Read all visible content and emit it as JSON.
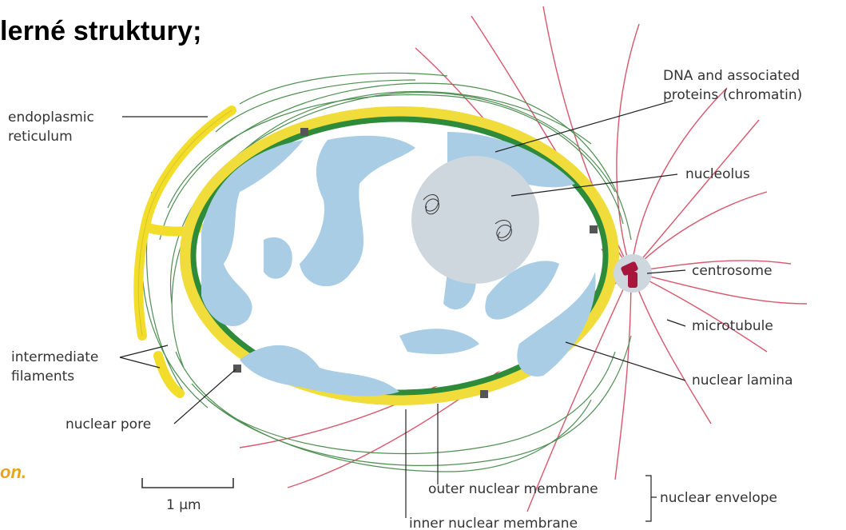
{
  "heading": "lerné struktury;",
  "caption_fragment": "on.",
  "colors": {
    "heading": "#000000",
    "caption": "#e8a317",
    "membrane_outer": "#f0dc3a",
    "membrane_inner": "#2e8b3a",
    "nucleoplasm": "#ffffff",
    "chromatin": "#a8cde4",
    "nucleolus": "#cfd7de",
    "intermediate_filament": "#4f8f52",
    "microtubule": "#d9576c",
    "centrosome": "#a8163c",
    "er": "#f2dd2a",
    "label": "#333333"
  },
  "labels": {
    "endoplasmic_reticulum": [
      "endoplasmic",
      "reticulum"
    ],
    "dna": [
      "DNA and associated",
      "proteins (chromatin)"
    ],
    "nucleolus": "nucleolus",
    "centrosome": "centrosome",
    "microtubule": "microtubule",
    "intermediate_filaments": [
      "intermediate",
      "filaments"
    ],
    "nuclear_lamina": "nuclear lamina",
    "nuclear_pore": "nuclear pore",
    "outer_nuclear_membrane": "outer nuclear membrane",
    "inner_nuclear_membrane": "inner nuclear membrane",
    "nuclear_envelope": "nuclear envelope",
    "scale_bar": "1 µm"
  }
}
